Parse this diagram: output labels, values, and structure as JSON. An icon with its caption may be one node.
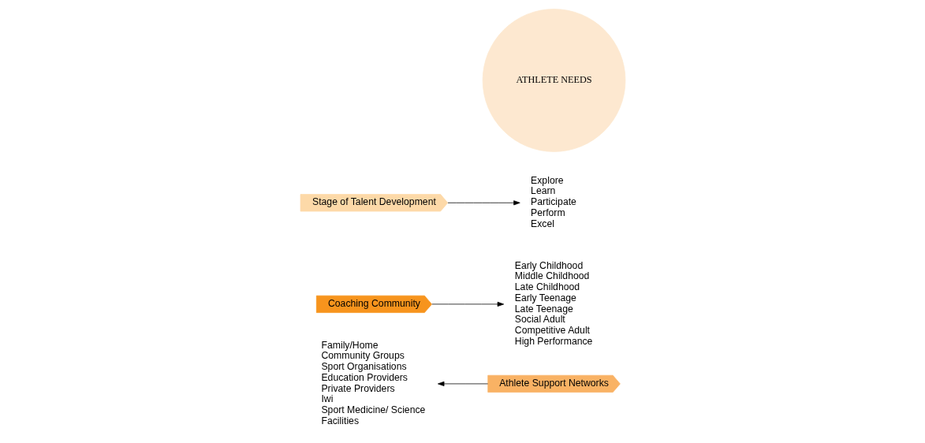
{
  "diagram": {
    "nodes": [
      {
        "text": [
          "Athlete Support Networks"
        ]
      },
      {
        "text": [
          "Coaching Community"
        ]
      },
      {
        "text": [
          "Stage of Talent Development"
        ]
      },
      {
        "text": [
          "ATHLETE NEEDS"
        ]
      },
      {
        "text": [
          "Family/Home",
          "Community Groups",
          "Sport Organisations",
          "Education Providers",
          "Private Providers",
          "Iwi",
          "Sport Medicine/ Science",
          "Facilities"
        ]
      },
      {
        "text": [
          "Early Childhood",
          "Middle Childhood",
          "Late Childhood",
          "Early Teenage",
          "Late Teenage",
          "Social Adult",
          "Competitive Adult",
          "High Performance"
        ]
      },
      {
        "text": [
          "Explore",
          "Learn",
          "Participate",
          "Perform",
          "Excel"
        ]
      }
    ],
    "edges": [
      {
        "from": 0,
        "to": 4,
        "arrow": "to"
      },
      {
        "from": 1,
        "to": 5,
        "arrow": "to"
      },
      {
        "from": 2,
        "to": 6,
        "arrow": "to"
      }
    ]
  }
}
